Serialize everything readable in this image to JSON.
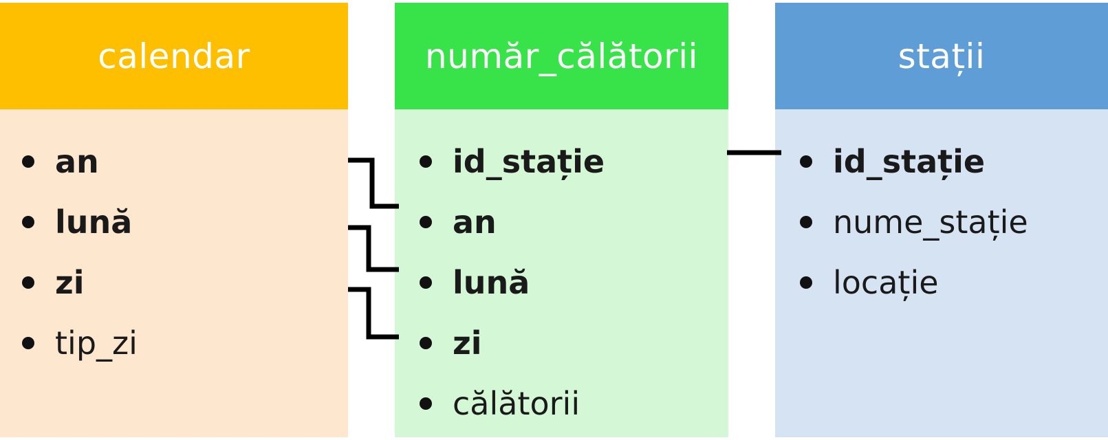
{
  "tables": [
    {
      "title": "calendar",
      "fields": [
        {
          "name": "an",
          "key": true
        },
        {
          "name": "lună",
          "key": true
        },
        {
          "name": "zi",
          "key": true
        },
        {
          "name": "tip_zi",
          "key": false
        }
      ]
    },
    {
      "title": "număr_călătorii",
      "fields": [
        {
          "name": "id_stație",
          "key": true
        },
        {
          "name": "an",
          "key": true
        },
        {
          "name": "lună",
          "key": true
        },
        {
          "name": "zi",
          "key": true
        },
        {
          "name": "călătorii",
          "key": false
        }
      ]
    },
    {
      "title": "stații",
      "fields": [
        {
          "name": "id_stație",
          "key": true
        },
        {
          "name": "nume_stație",
          "key": false
        },
        {
          "name": "locație",
          "key": false
        }
      ]
    }
  ],
  "relationships": [
    {
      "from": "calendar.an",
      "to": "număr_călătorii.an"
    },
    {
      "from": "calendar.lună",
      "to": "număr_călătorii.lună"
    },
    {
      "from": "calendar.zi",
      "to": "număr_călătorii.zi"
    },
    {
      "from": "număr_călătorii.id_stație",
      "to": "stații.id_stație"
    }
  ]
}
